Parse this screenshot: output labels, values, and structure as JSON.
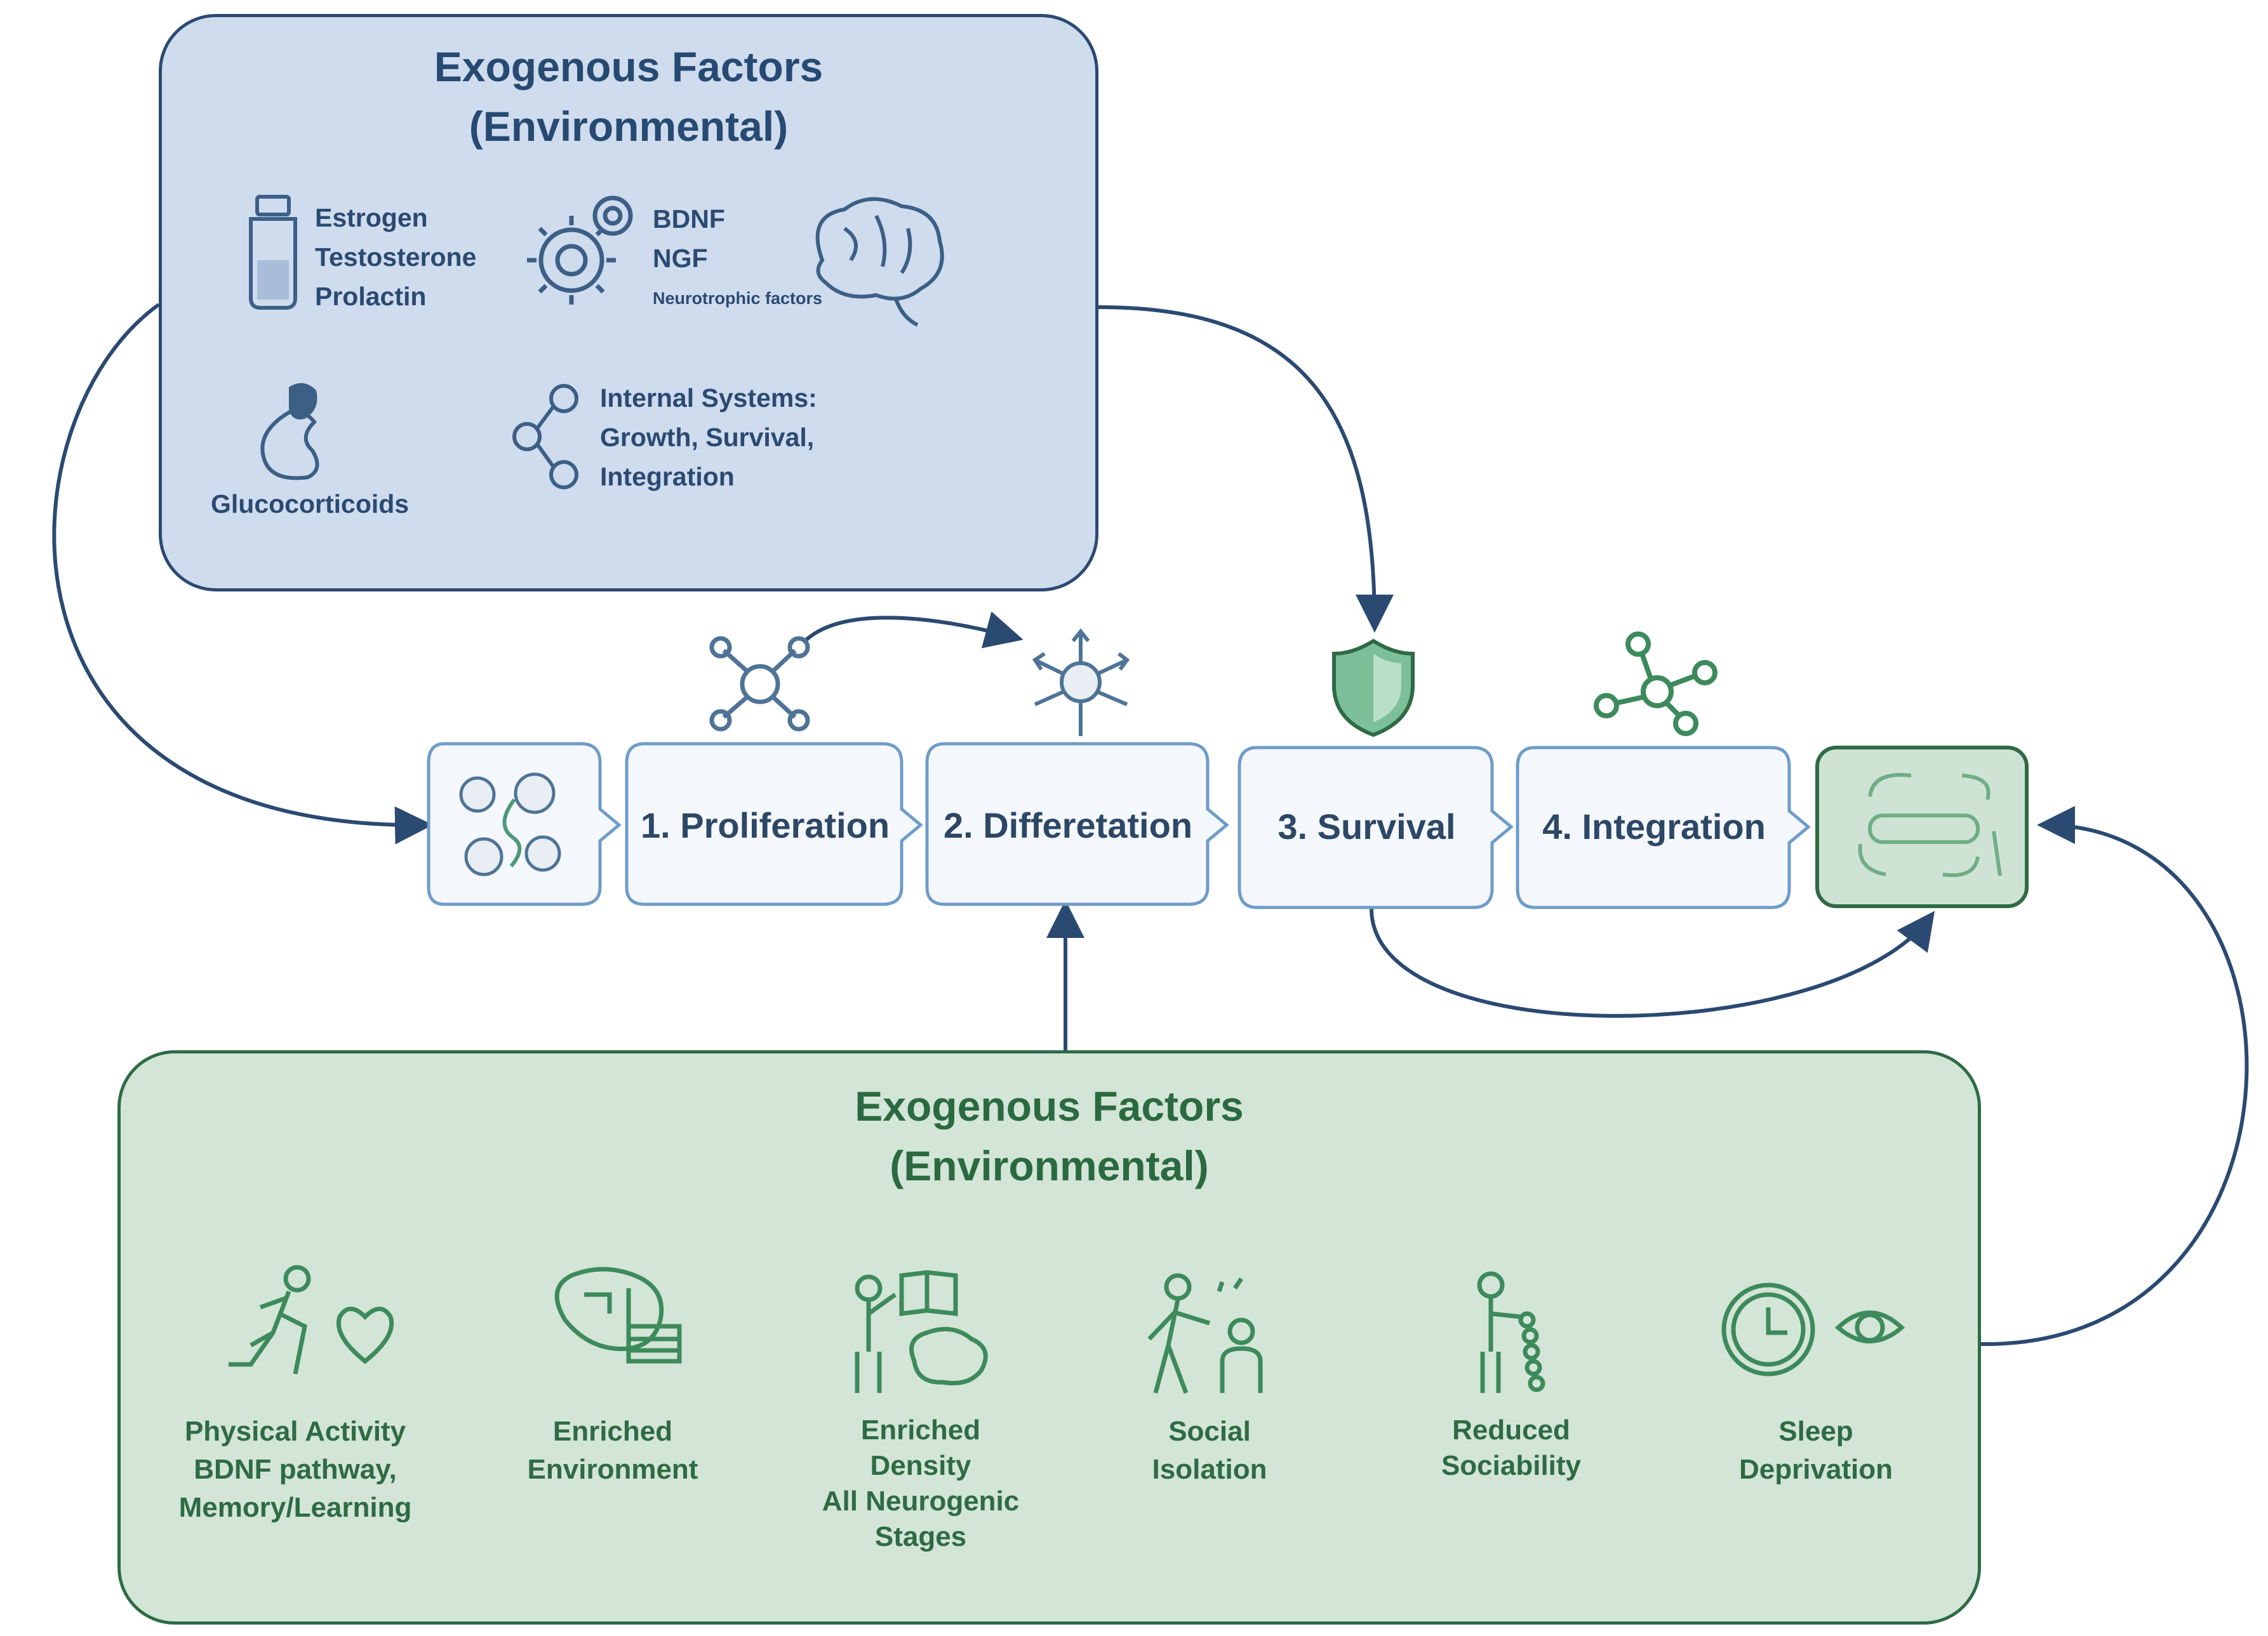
{
  "top_panel": {
    "title_line1": "Exogenous Factors",
    "title_line2": "(Environmental)",
    "hormones": [
      "Estrogen",
      "Testosterone",
      "Prolactin"
    ],
    "neurotrophic": [
      "BDNF",
      "NGF"
    ],
    "neurotrophic_caption": "Neurotrophic factors",
    "glucocorticoids": "Glucocorticoids",
    "internal_systems": [
      "Internal Systems:",
      "Growth, Survival,",
      "Integration"
    ]
  },
  "stages": {
    "proliferation": "1. Proliferation",
    "differentiation": "2. Differetation",
    "survival": "3. Survival",
    "integration": "4. Integration"
  },
  "bottom_panel": {
    "title_line1": "Exogenous Factors",
    "title_line2": "(Environmental)",
    "items": [
      [
        "Physical Activity",
        "BDNF pathway,",
        "Memory/Learning"
      ],
      [
        "Enriched",
        "Environment"
      ],
      [
        "Enriched",
        "Density",
        "All Neurogenic",
        "Stages"
      ],
      [
        "Social",
        "Isolation"
      ],
      [
        "Reduced",
        "Sociability"
      ],
      [
        "Sleep",
        "Deprivation"
      ]
    ]
  },
  "colors": {
    "top_fill": "#cfdcee",
    "top_border": "#2b4a72",
    "bottom_fill": "#d3e5d6",
    "bottom_border": "#2e6b45",
    "arrow": "#2b4a72",
    "icon_blue": "#4e7396",
    "icon_green": "#3d8a5c"
  }
}
